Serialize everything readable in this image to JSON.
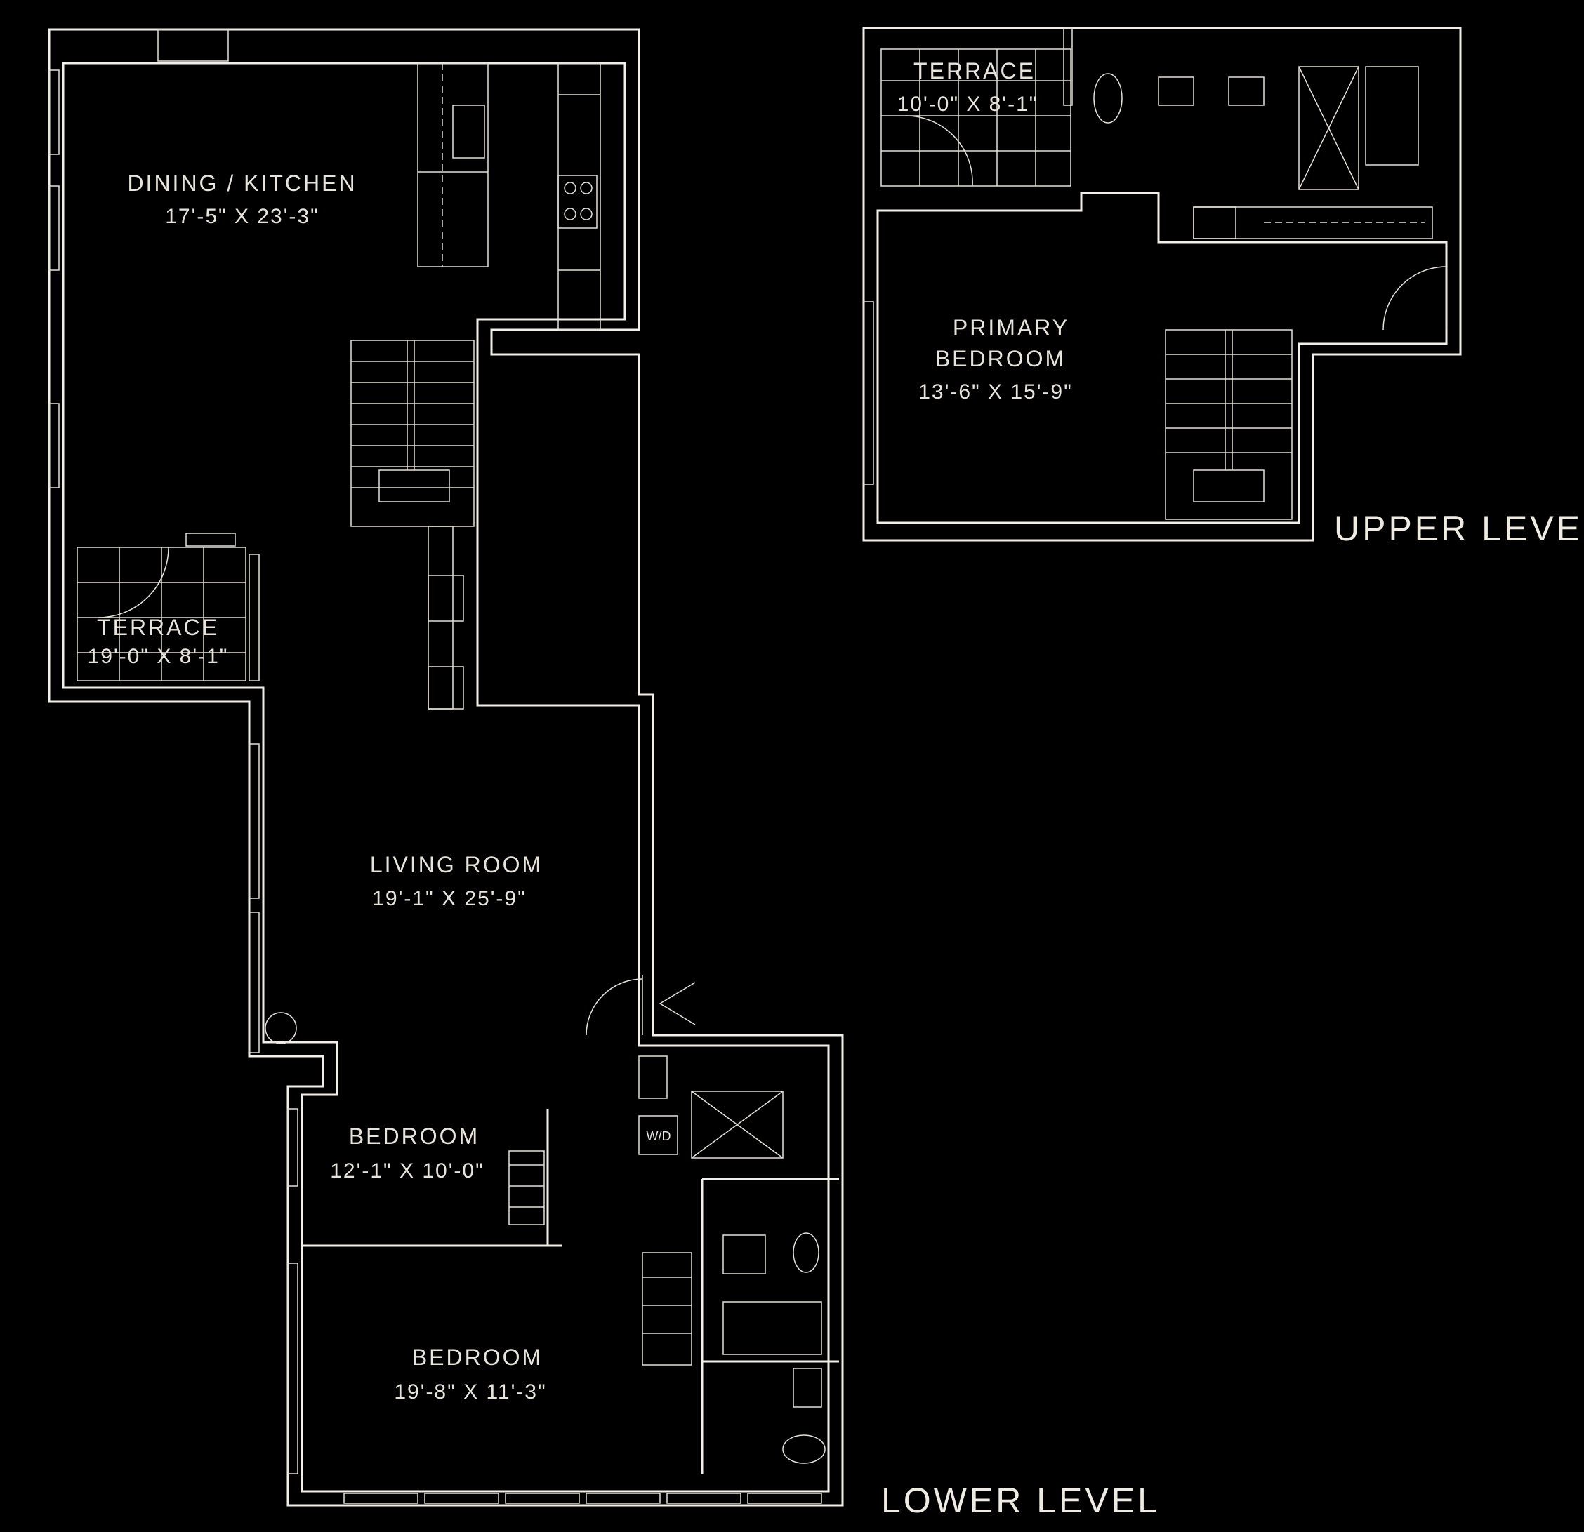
{
  "rooms": {
    "dining_kitchen": {
      "name": "DINING / KITCHEN",
      "dims": "17'-5\" X 23'-3\""
    },
    "living_room": {
      "name": "LIVING ROOM",
      "dims": "19'-1\" X 25'-9\""
    },
    "terrace": {
      "name": "TERRACE",
      "dims": "19'-0\" X 8'-1\""
    },
    "bedroom_1": {
      "name": "BEDROOM",
      "dims": "12'-1\" X 10'-0\""
    },
    "bedroom_2": {
      "name": "BEDROOM",
      "dims": "19'-8\" X 11'-3\""
    },
    "primary_bedroom": {
      "name_line1": "PRIMARY",
      "name_line2": "BEDROOM",
      "dims": "13'-6\" X 15'-9\""
    },
    "upper_terrace": {
      "name": "TERRACE",
      "dims": "10'-0\" X 8'-1\""
    }
  },
  "fixtures": {
    "washer_dryer": "W/D"
  },
  "levels": {
    "upper": "UPPER LEVEL",
    "lower": "LOWER LEVEL"
  },
  "colors": {
    "background": "#000000",
    "line": "#f2efe9"
  }
}
